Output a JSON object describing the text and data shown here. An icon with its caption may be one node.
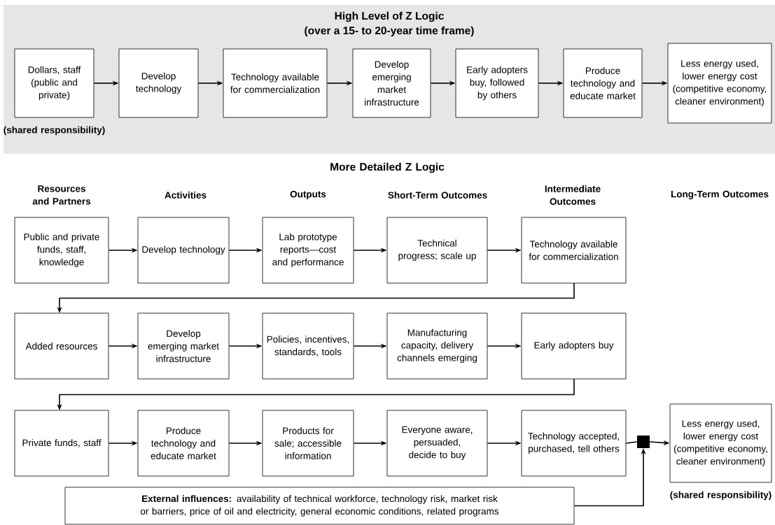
{
  "diagram": {
    "nodes": [
      {
        "text": [
          "High Level of Z Logic",
          "(over a 15- to 20-year time frame)"
        ]
      },
      {
        "text": [
          "Dollars, staff (public and private)"
        ],
        "in": 0,
        "beside": [
          "(shared responsibility)"
        ]
      },
      {
        "text": [
          "Develop technology"
        ],
        "in": 0
      },
      {
        "text": [
          "Technology available for commercialization"
        ],
        "in": 0
      },
      {
        "text": [
          "Develop emerging market infrastructure"
        ],
        "in": 0
      },
      {
        "text": [
          "Early adopters buy, followed by others"
        ],
        "in": 0
      },
      {
        "text": [
          "Produce technology and educate market"
        ],
        "in": 0
      },
      {
        "text": [
          "Less energy used, lower energy cost (competitive economy, cleaner environment)"
        ],
        "in": 0
      },
      {
        "text": [
          "Public and private funds, staff, knowledge"
        ]
      },
      {
        "text": [
          "Develop technology"
        ]
      },
      {
        "text": [
          "Lab prototype reports—cost and performance"
        ]
      },
      {
        "text": [
          "Technical progress; scale up"
        ]
      },
      {
        "text": [
          "Technology available for commercialization"
        ]
      },
      {
        "text": [
          "Added resources"
        ]
      },
      {
        "text": [
          "Develop emerging market infrastructure"
        ]
      },
      {
        "text": [
          "Policies, incentives, standards, tools"
        ]
      },
      {
        "text": [
          "Manufacturing capacity, delivery channels emerging"
        ]
      },
      {
        "text": [
          "Early adopters buy"
        ]
      },
      {
        "text": [
          "Private funds, staff"
        ]
      },
      {
        "text": [
          "Produce technology and educate market"
        ]
      },
      {
        "text": [
          "Products for sale; accessible information"
        ]
      },
      {
        "text": [
          "Everyone aware, persuaded, decide to buy"
        ]
      },
      {
        "text": [
          "Technology accepted, purchased, tell others"
        ]
      },
      {
        "text": [
          "Less energy used, lower energy cost (competitive economy, cleaner environment)"
        ],
        "beside": [
          "(shared responsibility)"
        ]
      },
      {
        "text": [],
        "shape": "box"
      },
      {
        "text": [
          "**External influences:** availability of technical workforce, technology risk, market risk or barriers, price of oil and electricity, general economic conditions, related programs"
        ]
      }
    ],
    "edges": [
      {
        "from": 1,
        "to": 2,
        "arrow": "to"
      },
      {
        "from": 2,
        "to": 3,
        "arrow": "to"
      },
      {
        "from": 3,
        "to": 4,
        "arrow": "to"
      },
      {
        "from": 4,
        "to": 5,
        "arrow": "to"
      },
      {
        "from": 5,
        "to": 6,
        "arrow": "to"
      },
      {
        "from": 6,
        "to": 7,
        "arrow": "to"
      },
      {
        "from": 8,
        "to": 9,
        "arrow": "to"
      },
      {
        "from": 9,
        "to": 10,
        "arrow": "to"
      },
      {
        "from": 10,
        "to": 11,
        "arrow": "to"
      },
      {
        "from": 11,
        "to": 12,
        "arrow": "to"
      },
      {
        "from": 12,
        "to": 13,
        "arrow": "to"
      },
      {
        "from": 13,
        "to": 14,
        "arrow": "to"
      },
      {
        "from": 14,
        "to": 15,
        "arrow": "to"
      },
      {
        "from": 15,
        "to": 16,
        "arrow": "to"
      },
      {
        "from": 16,
        "to": 17,
        "arrow": "to"
      },
      {
        "from": 17,
        "to": 18,
        "arrow": "to"
      },
      {
        "from": 18,
        "to": 19,
        "arrow": "to"
      },
      {
        "from": 19,
        "to": 20,
        "arrow": "to"
      },
      {
        "from": 20,
        "to": 21,
        "arrow": "to"
      },
      {
        "from": 21,
        "to": 22,
        "arrow": "to"
      },
      {
        "from": 22,
        "to": 24,
        "arrow": "none"
      },
      {
        "from": 24,
        "to": 23,
        "arrow": "to"
      },
      {
        "from": 25,
        "to": 24,
        "arrow": "to"
      }
    ],
    "labels": [
      "More Detailed Z Logic",
      "Resources and Partners",
      "Activities",
      "Outputs",
      "Short-Term Outcomes",
      "Intermediate Outcomes",
      "Long-Term Outcomes"
    ]
  }
}
